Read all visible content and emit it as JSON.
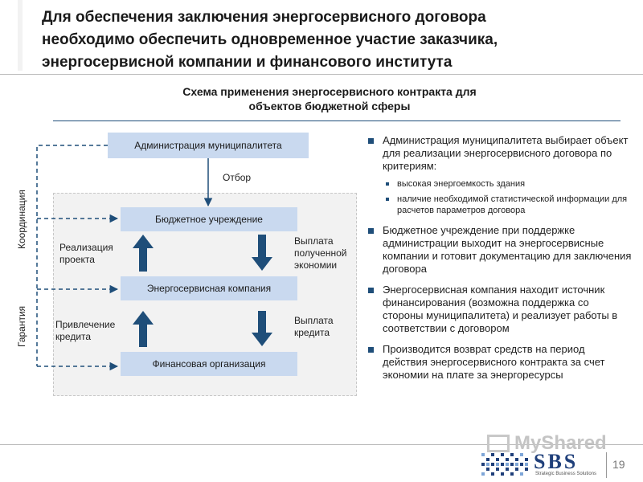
{
  "title": {
    "line1": "Для обеспечения заключения энергосервисного договора",
    "line2": "необходимо обеспечить одновременное участие заказчика,",
    "line3": "энергосервисной компании и финансового института"
  },
  "subtitle": {
    "line1": "Схема применения энергосервисного контракта для",
    "line2": "объектов бюджетной сферы"
  },
  "diagram": {
    "admin": "Администрация муниципалитета",
    "budget": "Бюджетное учреждение",
    "esco": "Энергосервисная компания",
    "finance": "Финансовая организация",
    "otbor": "Отбор",
    "realization": [
      "Реализация",
      "проекта"
    ],
    "payout_savings": [
      "Выплата",
      "полученной",
      "экономии"
    ],
    "credit_attract": [
      "Привлечение",
      "кредита"
    ],
    "credit_payout": [
      "Выплата",
      "кредита"
    ],
    "coordination": "Координация",
    "guarantee": "Гарантия"
  },
  "bullets": [
    {
      "text": "Администрация муниципалитета выбирает объект для реализации энергосервисного договора по критериям:",
      "subs": [
        "высокая энергоемкость здания",
        "наличие необходимой статистической информации для расчетов параметров договора"
      ]
    },
    {
      "text": "Бюджетное учреждение при поддержке администрации выходит на энергосервисные компании и готовит документацию для заключения договора"
    },
    {
      "text": "Энергосервисная компания находит источник финансирования (возможна поддержка со стороны муниципалитета) и реализует работы в соответствии с договором"
    },
    {
      "text": "Производится возврат средств на период действия энергосервисного контракта за счет экономии на плате за энергоресурсы"
    }
  ],
  "footer": {
    "watermark": "MyShared",
    "logo": "SBS",
    "logo_sub": "Strategic Business Solutions",
    "page": "19"
  },
  "colors": {
    "box_fill": "#c9d9ef",
    "accent": "#1f4e79",
    "arrow": "#1f4e79",
    "panel": "#f2f2f2"
  }
}
